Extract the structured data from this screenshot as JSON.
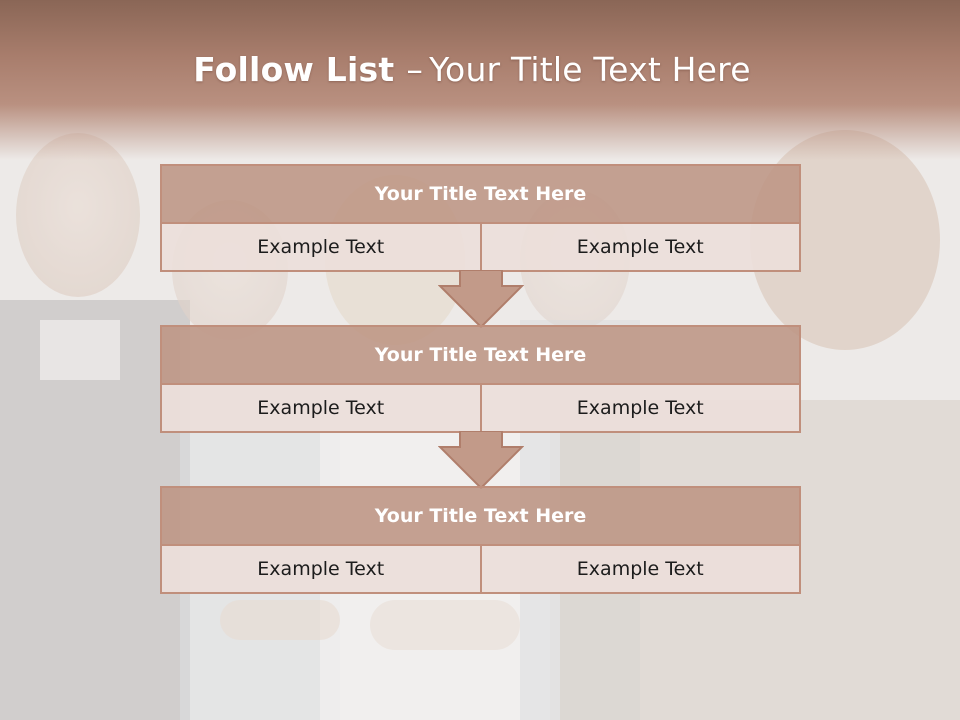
{
  "slide": {
    "title_bold": "Follow List",
    "title_sep": "–",
    "title_rest": "Your Title Text Here"
  },
  "colors": {
    "header_band": "#a87d6c",
    "box_title_fill": "#bd9584",
    "box_border": "#c08f7c",
    "box_cell_fill": "#ecdeda"
  },
  "background_image": "team-photo-faded",
  "blocks": [
    {
      "title": "Your Title Text Here",
      "left": "Example Text",
      "right": "Example Text"
    },
    {
      "title": "Your Title Text Here",
      "left": "Example Text",
      "right": "Example Text"
    },
    {
      "title": "Your Title Text Here",
      "left": "Example Text",
      "right": "Example Text"
    }
  ],
  "arrows": [
    "down-arrow",
    "down-arrow"
  ]
}
